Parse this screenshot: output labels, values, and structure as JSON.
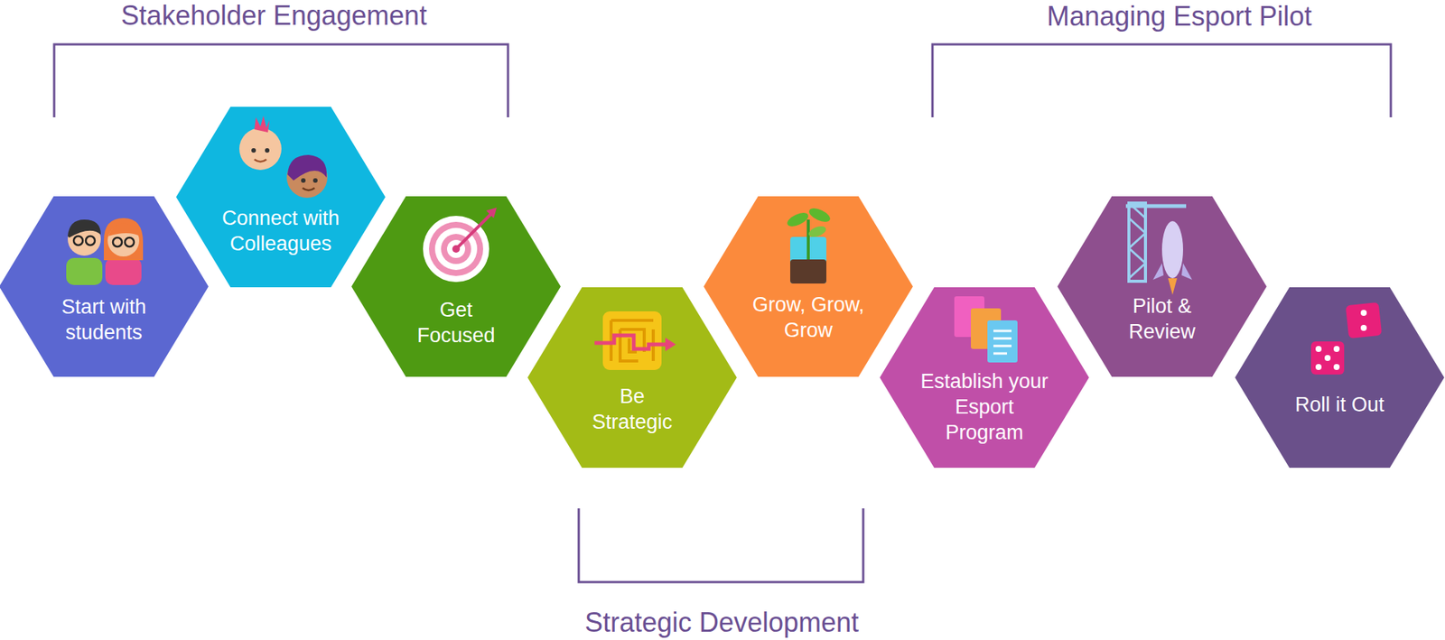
{
  "diagram": {
    "nodes": [
      {
        "text": [
          "Start with students"
        ]
      },
      {
        "text": [
          "Connect with Colleagues"
        ]
      },
      {
        "text": [
          "Get Focused"
        ]
      },
      {
        "text": [
          "Be Strategic"
        ]
      },
      {
        "text": [
          "Grow, Grow, Grow"
        ]
      },
      {
        "text": [
          "Establish your Esport Program"
        ]
      },
      {
        "text": [
          "Pilot & Review"
        ]
      },
      {
        "text": [
          "Roll it Out"
        ]
      }
    ],
    "labels": [
      "Stakeholder Engagement",
      "Managing Esport Pilot",
      "Strategic Development"
    ]
  }
}
